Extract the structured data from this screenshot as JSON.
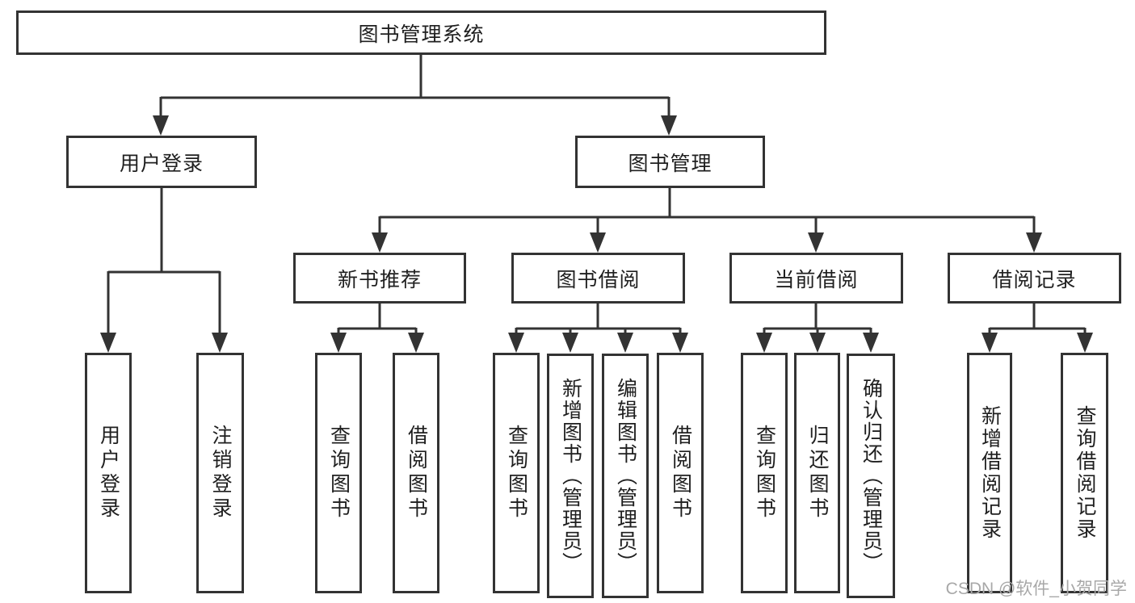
{
  "tree": {
    "label": "图书管理系统",
    "children": [
      {
        "label": "用户登录",
        "children": [
          {
            "label": "用户登录"
          },
          {
            "label": "注销登录"
          }
        ]
      },
      {
        "label": "图书管理",
        "children": [
          {
            "label": "新书推荐",
            "children": [
              {
                "label": "查询图书"
              },
              {
                "label": "借阅图书"
              }
            ]
          },
          {
            "label": "图书借阅",
            "children": [
              {
                "label": "查询图书"
              },
              {
                "label": "新增图书（管理员）"
              },
              {
                "label": "编辑图书（管理员）"
              },
              {
                "label": "借阅图书"
              }
            ]
          },
          {
            "label": "当前借阅",
            "children": [
              {
                "label": "查询图书"
              },
              {
                "label": "归还图书"
              },
              {
                "label": "确认归还（管理员）"
              }
            ]
          },
          {
            "label": "借阅记录",
            "children": [
              {
                "label": "新增借阅记录"
              },
              {
                "label": "查询借阅记录"
              }
            ]
          }
        ]
      }
    ]
  },
  "watermark": {
    "text": "CSDN @软件_小贺同学"
  },
  "colors": {
    "line": "#333333",
    "border": "#333333",
    "fill": "#ffffff",
    "text": "#1f1f1f",
    "watermark": "#a8a8a8"
  }
}
